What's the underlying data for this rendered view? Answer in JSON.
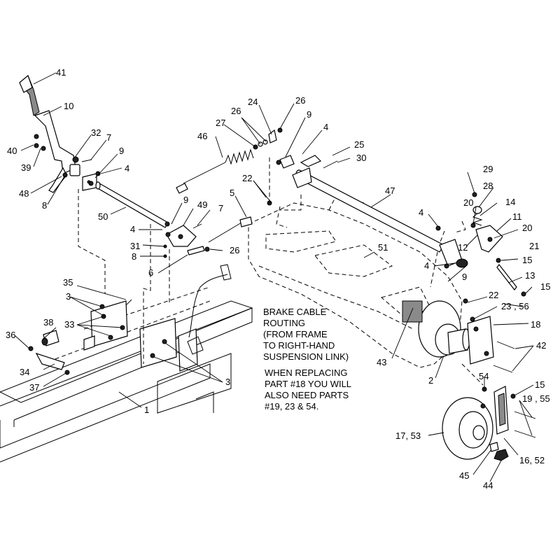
{
  "callouts": {
    "c41": "41",
    "c10": "10",
    "c40": "40",
    "c39": "39",
    "c48": "48",
    "c8a": "8",
    "c32": "32",
    "c7a": "7",
    "c9a": "9",
    "c4a": "4",
    "c50": "50",
    "c46": "46",
    "c27": "27",
    "c26a": "26",
    "c24": "24",
    "c26b": "26",
    "c9b": "9",
    "c4b": "4",
    "c25": "25",
    "c30": "30",
    "c22a": "22",
    "c5": "5",
    "c9c": "9",
    "c49": "49",
    "c7b": "7",
    "c4c": "4",
    "c31": "31",
    "c8b": "8",
    "c26c": "26",
    "c6": "6",
    "c47": "47",
    "c51": "51",
    "c29": "29",
    "c28": "28",
    "c14": "14",
    "c20a": "20",
    "c11": "11",
    "c20b": "20",
    "c4d": "4",
    "c12": "12",
    "c21": "21",
    "c15a": "15",
    "c4e": "4",
    "c9d": "9",
    "c13": "13",
    "c15b": "15",
    "c22b": "22",
    "c23_56": "23 , 56",
    "c18": "18",
    "c43": "43",
    "c42": "42",
    "c2": "2",
    "c35": "35",
    "c3a": "3",
    "c38": "38",
    "c33": "33",
    "c36": "36",
    "c34": "34",
    "c37": "37",
    "c1": "1",
    "c3b": "3",
    "c54": "54",
    "c15c": "15",
    "c19_55": "19 , 55",
    "c17_53": "17, 53",
    "c16_52": "16, 52",
    "c45": "45",
    "c44": "44"
  },
  "notes": {
    "brake_cable": [
      "BRAKE CABLE",
      "ROUTING",
      "(FROM FRAME",
      "TO RIGHT-HAND",
      "SUSPENSION LINK)"
    ],
    "replacing": [
      "WHEN REPLACING",
      "PART #18 YOU WILL",
      "ALSO NEED PARTS",
      "#19, 23 & 54."
    ]
  }
}
